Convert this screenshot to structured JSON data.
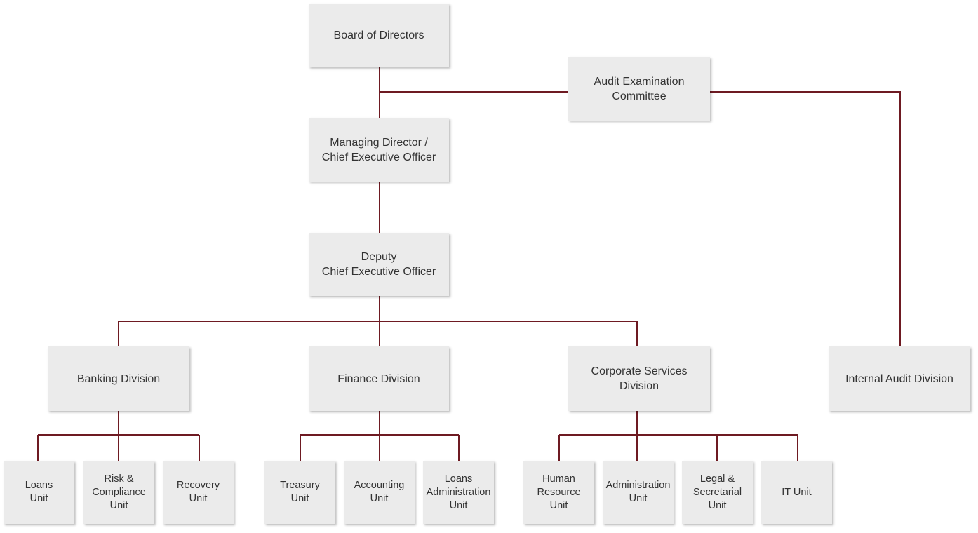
{
  "colors": {
    "connector": "#6e1a22",
    "box_fill": "#ebebeb",
    "text": "#333333"
  },
  "nodes": {
    "board": "Board of Directors",
    "audit_committee": "Audit Examination\nCommittee",
    "md_ceo": "Managing Director /\nChief Executive Officer",
    "deputy_ceo": "Deputy\nChief Executive Officer",
    "banking": "Banking Division",
    "finance": "Finance Division",
    "corporate": "Corporate Services\nDivision",
    "internal_audit": "Internal Audit Division",
    "loans": "Loans\nUnit",
    "risk": "Risk &\nCompliance\nUnit",
    "recovery": "Recovery\nUnit",
    "treasury": "Treasury\nUnit",
    "accounting": "Accounting\nUnit",
    "loans_admin": "Loans\nAdministration\nUnit",
    "hr": "Human\nResource\nUnit",
    "administration": "Administration\nUnit",
    "legal": "Legal &\nSecretarial\nUnit",
    "it": "IT Unit"
  }
}
